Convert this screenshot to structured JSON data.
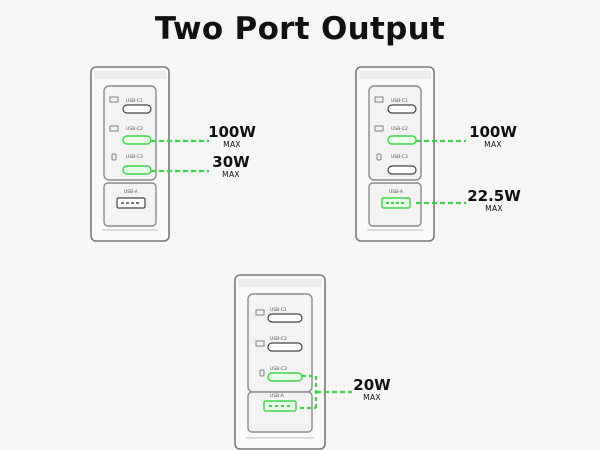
{
  "title": "Two Port Output",
  "accent_color": "#3dd44a",
  "panels": [
    {
      "ports": {
        "c1": "USB-C1",
        "c2": "USB-C2",
        "c3": "USB-C3",
        "a": "USB-A"
      },
      "active": [
        "c2",
        "c3"
      ],
      "outputs": [
        {
          "watts": "100W",
          "max": "MAX"
        },
        {
          "watts": "30W",
          "max": "MAX"
        }
      ]
    },
    {
      "ports": {
        "c1": "USB-C1",
        "c2": "USB-C2",
        "c3": "USB-C3",
        "a": "USB-A"
      },
      "active": [
        "c2",
        "a"
      ],
      "outputs": [
        {
          "watts": "100W",
          "max": "MAX"
        },
        {
          "watts": "22.5W",
          "max": "MAX"
        }
      ]
    },
    {
      "ports": {
        "c1": "USB-C1",
        "c2": "USB-C2",
        "c3": "USB-C3",
        "a": "USB-A"
      },
      "active": [
        "c3",
        "a"
      ],
      "outputs": [
        {
          "watts": "20W",
          "max": "MAX"
        }
      ]
    }
  ]
}
